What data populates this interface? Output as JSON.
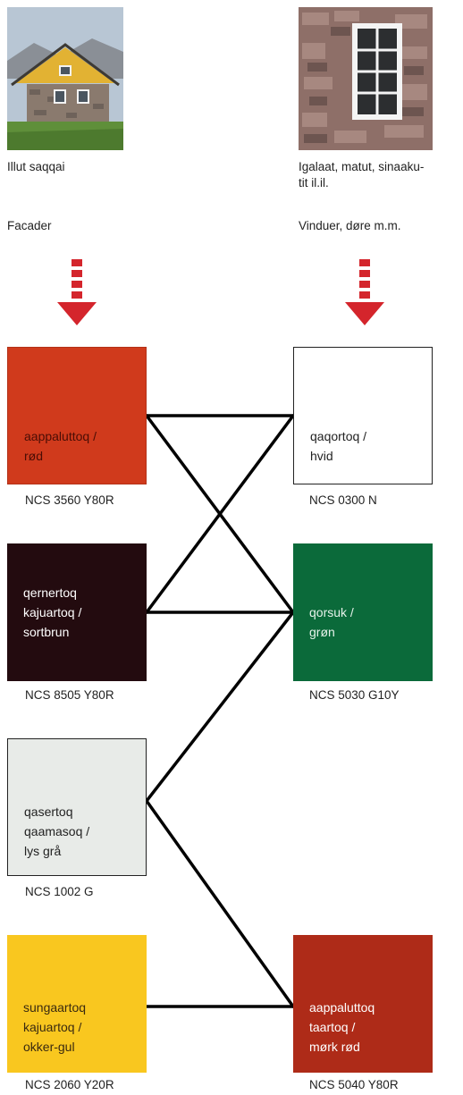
{
  "columns": {
    "left": {
      "caption_kl": "Illut saqqai",
      "caption_da": "Facader"
    },
    "right": {
      "caption_kl": "Igalaat, matut, sinaaku-\ntit il.il.",
      "caption_da": "Vinduer, døre m.m."
    }
  },
  "swatches": {
    "red": {
      "label": "aappaluttoq /\nrød",
      "ncs": "NCS 3560 Y80R",
      "color": "#d03a1c"
    },
    "darkbrown": {
      "label": "qernertoq\nkajuartoq /\nsortbrun",
      "ncs": "NCS 8505 Y80R",
      "color": "#230b0f"
    },
    "lightgrey": {
      "label": "qasertoq\nqaamasoq /\nlys grå",
      "ncs": "NCS 1002 G",
      "color": "#e8ebe8"
    },
    "ochre": {
      "label": "sungaartoq\nkajuartoq /\nokker-gul",
      "ncs": "NCS 2060 Y20R",
      "color": "#f9c71f"
    },
    "white": {
      "label": "qaqortoq /\nhvid",
      "ncs": "NCS 0300 N",
      "color": "#ffffff"
    },
    "green": {
      "label": "qorsuk /\ngrøn",
      "ncs": "NCS 5030 G10Y",
      "color": "#0b6a3a"
    },
    "darkred": {
      "label": "aappaluttoq\ntaartoq /\nmørk rød",
      "ncs": "NCS 5040 Y80R",
      "color": "#ae2b18"
    }
  },
  "colors": {
    "arrow": "#d4252c",
    "line": "#000000"
  }
}
